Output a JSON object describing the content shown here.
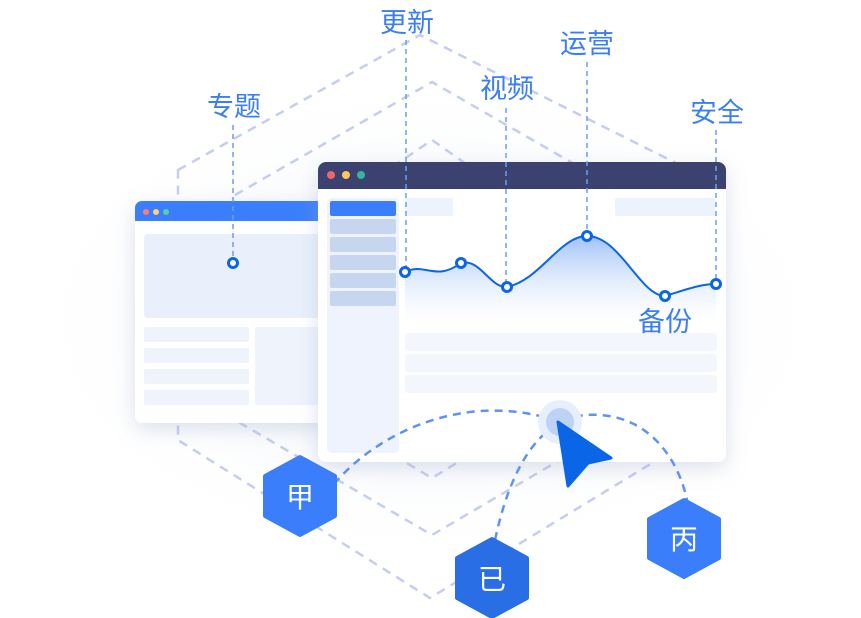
{
  "labels": {
    "topic": "专题",
    "update": "更新",
    "video": "视频",
    "operation": "运营",
    "security": "安全",
    "backup": "备份"
  },
  "hexagons": [
    "甲",
    "已",
    "丙"
  ],
  "colors": {
    "accent": "#3a7efb",
    "titlebar": "#3b4270",
    "hex_dark": "#2a6ee6",
    "cursor": "#0a66e6"
  }
}
